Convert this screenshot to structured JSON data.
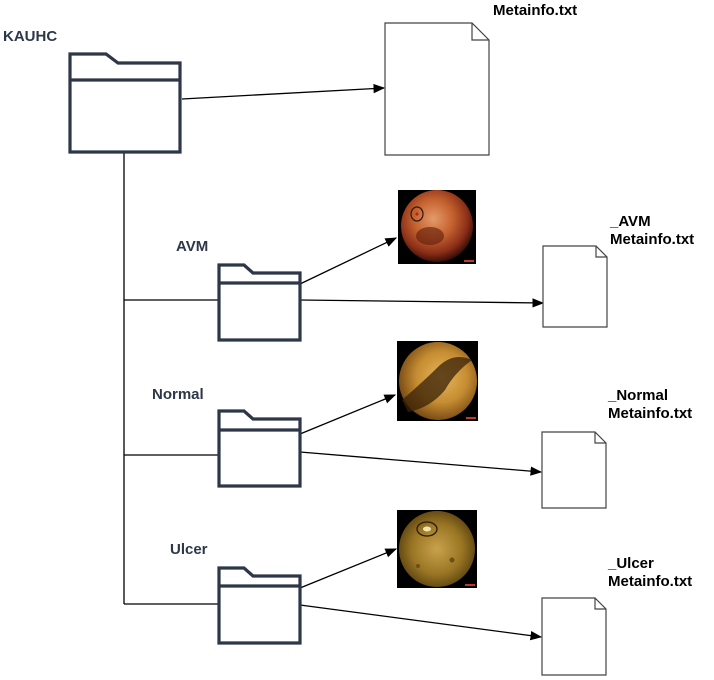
{
  "root": {
    "name": "KAUHC",
    "file": "Metainfo.txt"
  },
  "classes": [
    {
      "name": "AVM",
      "file_line1": "_AVM",
      "file_line2": "Metainfo.txt"
    },
    {
      "name": "Normal",
      "file_line1": "_Normal",
      "file_line2": "Metainfo.txt"
    },
    {
      "name": "Ulcer",
      "file_line1": "_Ulcer",
      "file_line2": "Metainfo.txt"
    }
  ],
  "colors": {
    "folder_stroke": "#2d3748",
    "line": "#000000",
    "label": "#2d3748"
  },
  "icons": [
    "folder-icon",
    "document-icon",
    "endoscopy-image"
  ]
}
